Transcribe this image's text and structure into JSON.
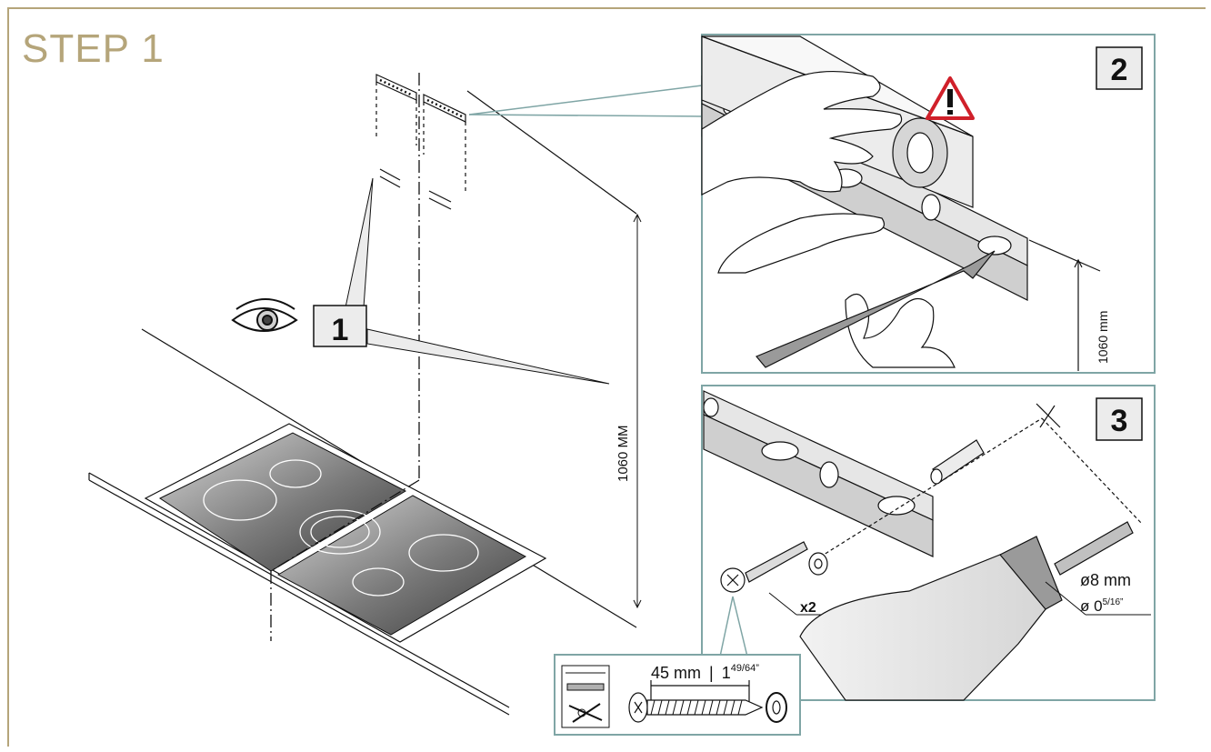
{
  "step": {
    "title": "STEP 1"
  },
  "callouts": {
    "c1": "1",
    "c2": "2",
    "c3": "3"
  },
  "dimensions": {
    "height_main": "1060 MM",
    "height_panel2": "1060 mm"
  },
  "drill": {
    "metric": "ø8 mm",
    "imperial_prefix": "ø 0",
    "imperial_fraction": "5/16”"
  },
  "screw": {
    "qty": "x2",
    "length_metric": "45 mm",
    "separator": "|",
    "length_imperial_whole": "1",
    "length_imperial_fraction": "49/64”"
  },
  "colors": {
    "accent": "#b5a57a",
    "panel_border": "#7fa5a5",
    "warning": "#d0202a"
  }
}
